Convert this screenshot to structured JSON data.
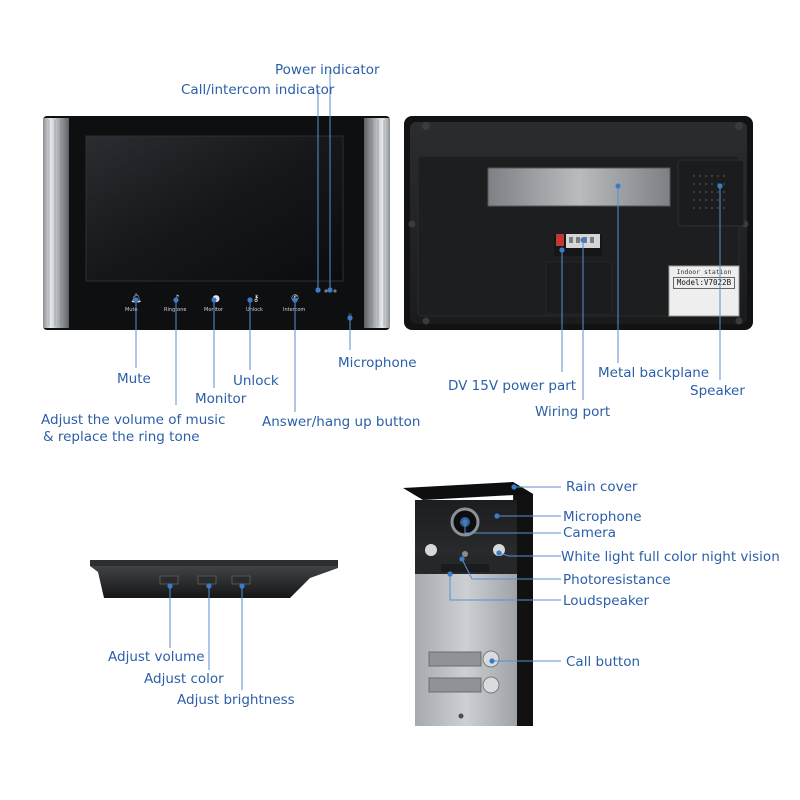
{
  "monitor_front": {
    "labels": {
      "power_indicator": "Power indicator",
      "call_intercom_indicator": "Call/intercom indicator",
      "microphone": "Microphone",
      "mute": "Mute",
      "monitor": "Monitor",
      "unlock": "Unlock",
      "adjust_music_line1": "Adjust the volume of music",
      "adjust_music_line2": "& replace the ring tone",
      "answer_hangup": "Answer/hang up button"
    },
    "buttons": [
      "Mute",
      "Ringtone",
      "Monitor",
      "Unlock",
      "Intercom"
    ]
  },
  "monitor_back": {
    "labels": {
      "dv_power": "DV 15V power part",
      "wiring_port": "Wiring port",
      "metal_backplane": "Metal backplane",
      "speaker": "Speaker"
    },
    "sticker": {
      "title": "Indoor station",
      "model": "Model:V7022B"
    }
  },
  "monitor_side": {
    "labels": {
      "adjust_volume": "Adjust volume",
      "adjust_color": "Adjust color",
      "adjust_brightness": "Adjust brightness"
    }
  },
  "door_station": {
    "labels": {
      "rain_cover": "Rain cover",
      "microphone": "Microphone",
      "camera": "Camera",
      "white_light": "White light full color night vision",
      "photoresistance": "Photoresistance",
      "loudspeaker": "Loudspeaker",
      "call_button": "Call button"
    }
  },
  "colors": {
    "label_text": "#2b5fa8",
    "leader_line": "#5a8fd0",
    "dot": "#3a7cc9"
  }
}
